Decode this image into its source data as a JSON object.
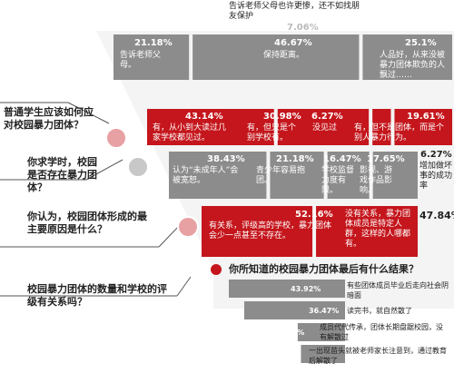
{
  "chart_data": [
    {
      "type": "bar",
      "question": "普通学生应该如何应对校园暴力团体？",
      "top_note_pct": "7.06%",
      "top_note_label": "告诉老师父母也许更惨，还不如找朋友保护",
      "segments": [
        {
          "pct": "21.18%",
          "value": 21.18,
          "label": "告诉老师父母。",
          "color": "#8c8c8c"
        },
        {
          "pct": "46.67%",
          "value": 46.67,
          "label": "保持距离。",
          "color": "#8c8c8c"
        },
        {
          "pct": "25.1%",
          "value": 25.1,
          "label": "人品好，从来没被暴力团体欺负的人飘过……",
          "color": "#8c8c8c"
        }
      ]
    },
    {
      "type": "bar",
      "question": "你求学时，校园是否存在暴力团体？",
      "segments": [
        {
          "pct": "43.14%",
          "value": 43.14,
          "label": "有，从小到大读过几家学校都见过。",
          "color": "#c4161c"
        },
        {
          "pct": "30.98%",
          "value": 30.98,
          "label": "有，但只是个别学校有。",
          "color": "#c4161c"
        },
        {
          "pct": "6.27%",
          "value": 6.27,
          "label": "没见过",
          "color": "#c4161c"
        },
        {
          "pct": "19.61%",
          "value": 19.61,
          "label": "有，但不是团体，而是个别人暴力行为。",
          "color": "#c4161c"
        }
      ]
    },
    {
      "type": "bar",
      "question": "你认为，校园团体形成的最主要原因是什么？",
      "side_pct": "6.27%",
      "side_label": "增加做坏事的成功率",
      "segments": [
        {
          "pct": "38.43%",
          "value": 38.43,
          "label": "认为“未成年人”会被宽恕。",
          "color": "#8c8c8c"
        },
        {
          "pct": "21.18%",
          "value": 21.18,
          "label": "青少年容易抱团。",
          "color": "#8c8c8c"
        },
        {
          "pct": "16.47%",
          "value": 16.47,
          "label": "学校监督力度有限。",
          "color": "#8c8c8c"
        },
        {
          "pct": "17.65%",
          "value": 17.65,
          "label": "影视、游戏作品影响。",
          "color": "#8c8c8c"
        }
      ]
    },
    {
      "type": "bar",
      "question": "校园暴力团体的数量和学校的评级有关系吗？",
      "side_pct": "47.84%",
      "segments": [
        {
          "pct": "52.16%",
          "value": 52.16,
          "label": "有关系，评级高的学校，暴力团体会少一点甚至不存在。",
          "color": "#c4161c"
        },
        {
          "pct": "",
          "value": 47.84,
          "label": "没有关系，暴力团体成员是特定人群，这样的人哪都有。",
          "color": "#c4161c"
        }
      ]
    },
    {
      "type": "bar",
      "question": "你所知道的校园暴力团体最后有什么结果？",
      "bars": [
        {
          "pct": "43.92%",
          "value": 43.92,
          "label": "有些团体成员毕业后走向社会阴暗面"
        },
        {
          "pct": "36.47%",
          "value": 36.47,
          "label": "读完书，就自然散了"
        },
        {
          "pct": "10.59%",
          "value": 10.59,
          "label": "成员代代传承，团体长期盘踞校园，没有解散过"
        },
        {
          "pct": "9.02%",
          "value": 9.02,
          "label": "一出现苗头就被老师家长注意到，通过教育后解散了"
        }
      ]
    }
  ]
}
